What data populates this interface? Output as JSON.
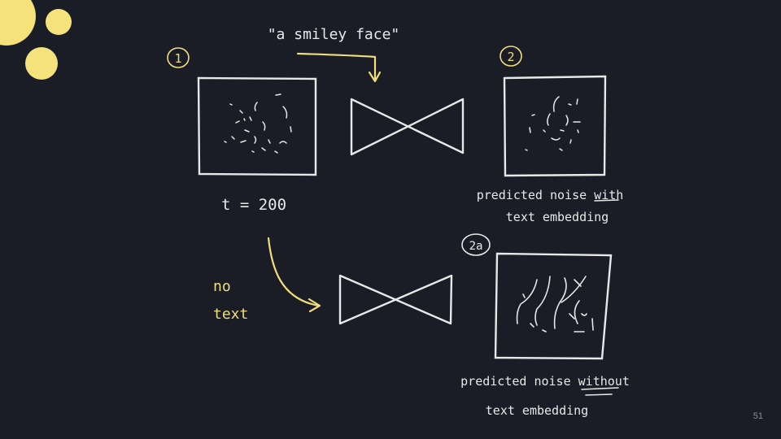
{
  "slide": {
    "colors": {
      "background": "#1b1d26",
      "chalk": "#e8e8e8",
      "accent": "#f0de7a"
    },
    "prompt": "\"a smiley face\"",
    "step1": {
      "badge": "1",
      "caption": "t = 200"
    },
    "step2": {
      "badge": "2",
      "caption_line1": "predicted noise with",
      "caption_line2": "text embedding"
    },
    "step2a": {
      "badge": "2a",
      "caption_line1": "predicted noise without",
      "caption_line2": "text embedding"
    },
    "no_text": {
      "line1": "no",
      "line2": "text"
    },
    "page_number": "51"
  }
}
